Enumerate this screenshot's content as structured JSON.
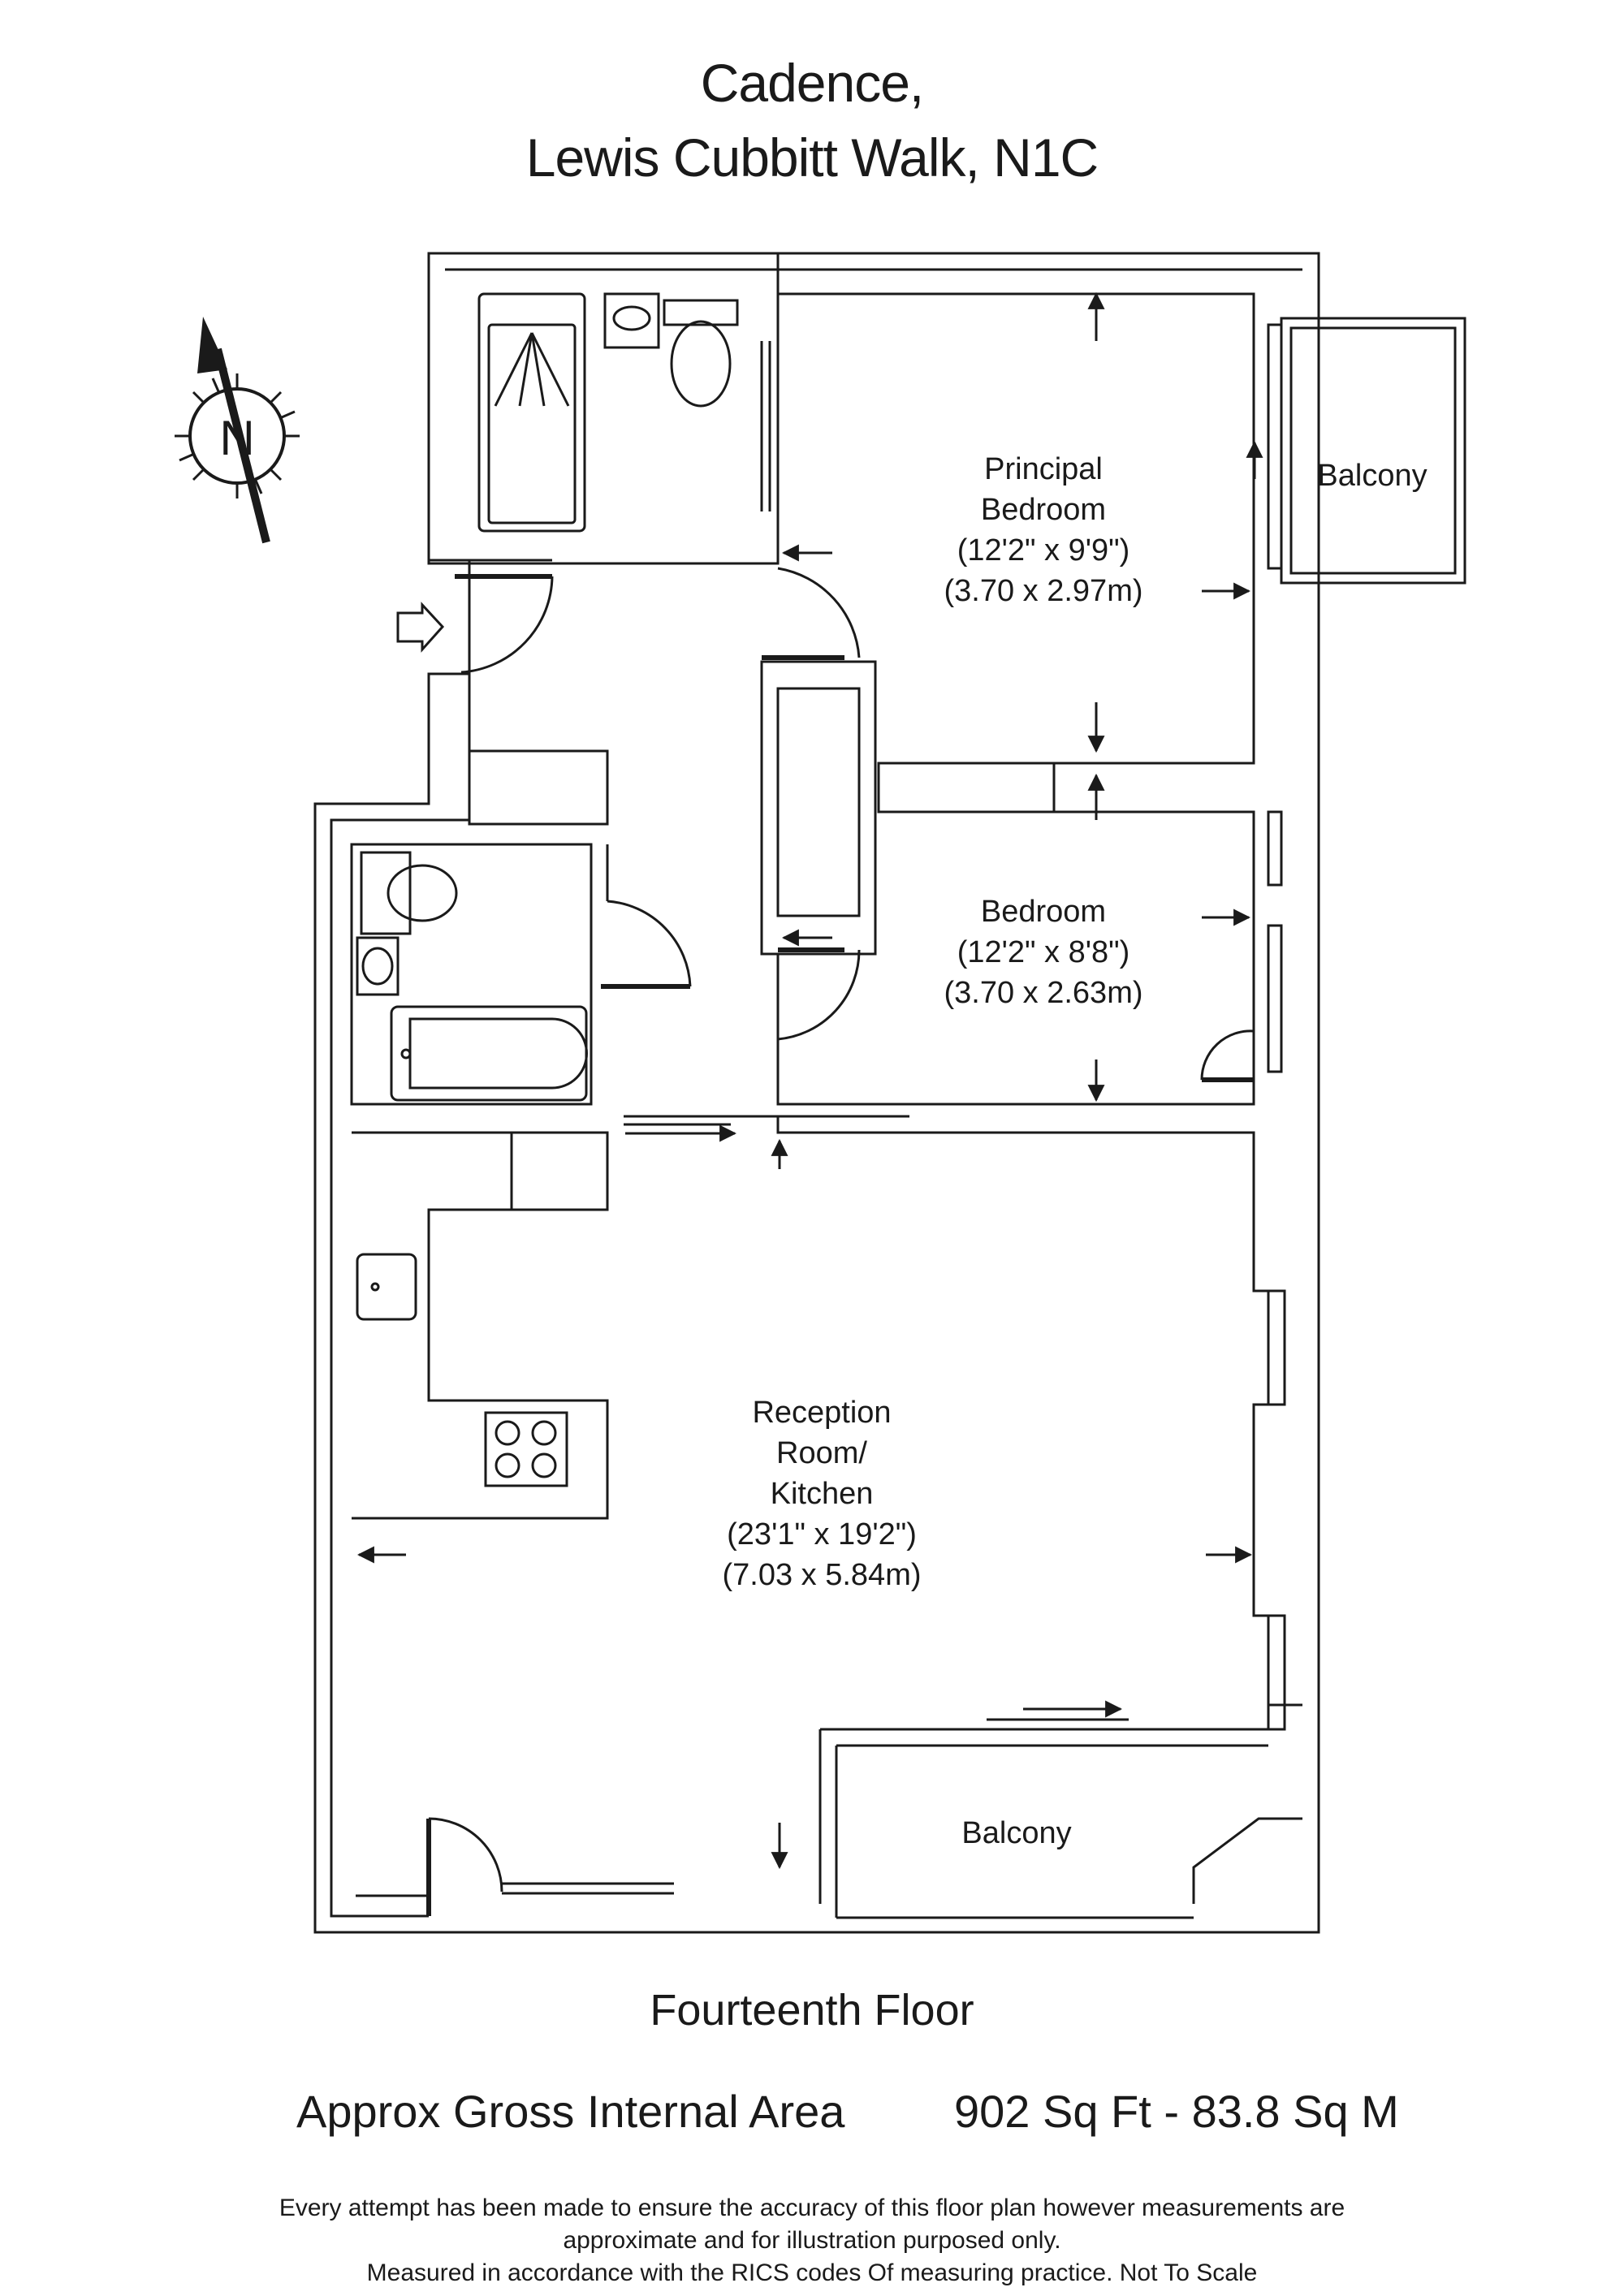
{
  "header": {
    "building": "Cadence,",
    "address": "Lewis Cubbitt Walk, N1C"
  },
  "compass": {
    "label": "N",
    "icon": "north-arrow-icon"
  },
  "rooms": [
    {
      "key": "principal_bedroom",
      "lines": [
        "Principal",
        "Bedroom",
        "(12'2\" x 9'9\")",
        "(3.70 x 2.97m)"
      ]
    },
    {
      "key": "bedroom",
      "lines": [
        "Bedroom",
        "(12'2\" x 8'8\")",
        "(3.70 x 2.63m)"
      ]
    },
    {
      "key": "reception",
      "lines": [
        "Reception",
        "Room/",
        "Kitchen",
        "(23'1\" x 19'2\")",
        "(7.03 x 5.84m)"
      ]
    },
    {
      "key": "balcony_top",
      "lines": [
        "Balcony"
      ]
    },
    {
      "key": "balcony_bottom",
      "lines": [
        "Balcony"
      ]
    }
  ],
  "floor": "Fourteenth Floor",
  "area": {
    "label": "Approx Gross Internal Area",
    "value": "902 Sq Ft  - 83.8 Sq M"
  },
  "disclaimer": [
    "Every attempt has been made to ensure the accuracy of this floor plan however measurements are",
    "approximate and for illustration purposed only.",
    "Measured in accordance with the RICS codes Of measuring practice. Not To Scale"
  ],
  "colors": {
    "line": "#1a1a1a",
    "background": "#ffffff"
  }
}
